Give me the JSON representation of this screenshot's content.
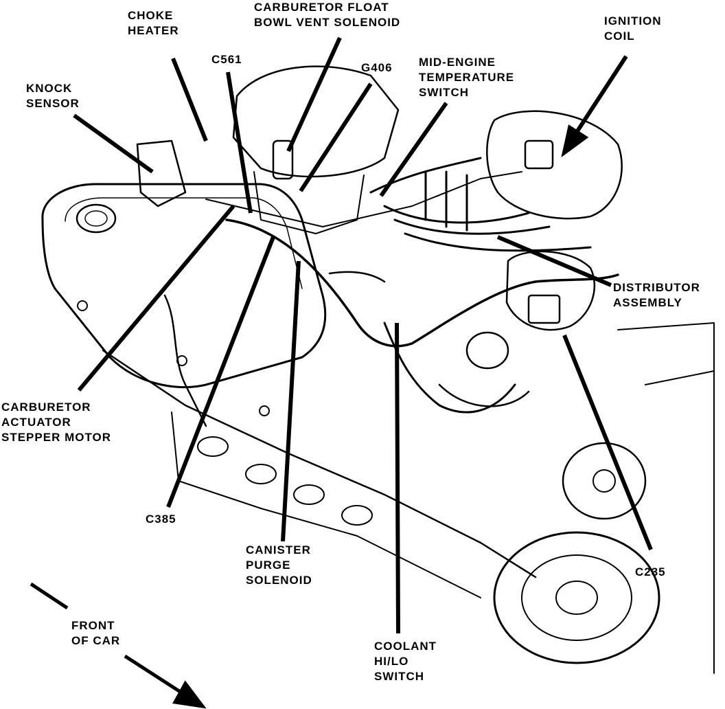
{
  "labels": {
    "choke_heater": "CHOKE\nHEATER",
    "float_bowl_vent": "CARBURETOR FLOAT\nBOWL VENT SOLENOID",
    "ignition_coil": "IGNITION\nCOIL",
    "c561": "C561",
    "g406": "G406",
    "mid_engine_temp": "MID-ENGINE\nTEMPERATURE\nSWITCH",
    "knock_sensor": "KNOCK\nSENSOR",
    "distributor": "DISTRIBUTOR\nASSEMBLY",
    "carb_actuator": "CARBURETOR\nACTUATOR\nSTEPPER MOTOR",
    "c385": "C385",
    "canister_purge": "CANISTER\nPURGE\nSOLENOID",
    "c235": "C235",
    "coolant_switch": "COOLANT\nHI/LO\nSWITCH",
    "front_of_car": "FRONT\nOF CAR"
  },
  "colors": {
    "ink": "#000000",
    "paper": "#ffffff"
  }
}
